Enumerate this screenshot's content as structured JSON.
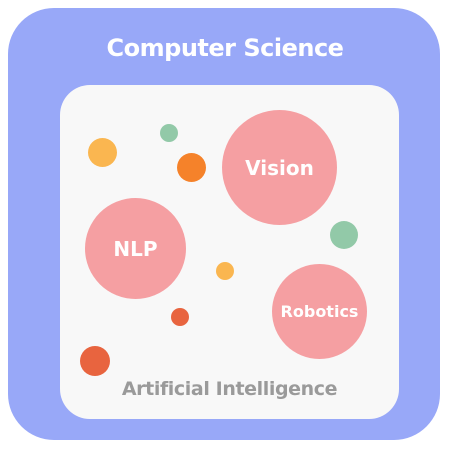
{
  "outer": {
    "title": "Computer Science",
    "color": "#98a8f8"
  },
  "inner": {
    "caption": "Artificial Intelligence",
    "color": "#f8f8f8"
  },
  "subfields": [
    {
      "label": "Vision",
      "color": "#f59fa2"
    },
    {
      "label": "NLP",
      "color": "#f59fa2"
    },
    {
      "label": "Robotics",
      "color": "#f59fa2"
    }
  ],
  "decorative_dot_colors": {
    "yellow": "#fab650",
    "orange": "#f5822a",
    "green": "#92c9a8",
    "red": "#e8643f"
  }
}
